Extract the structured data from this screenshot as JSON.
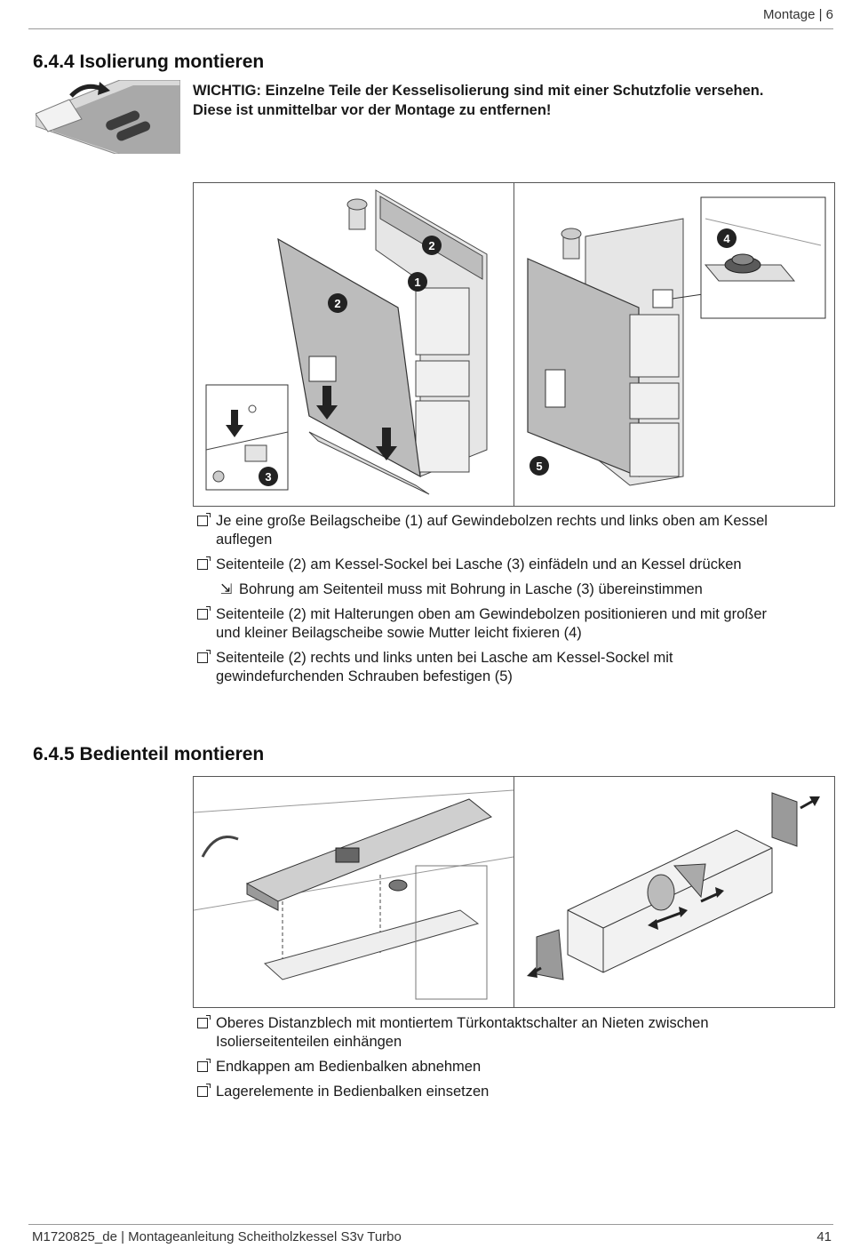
{
  "header": {
    "text": "Montage | 6"
  },
  "section1": {
    "title": "6.4.4 Isolierung montieren",
    "notice_line1": "WICHTIG: Einzelne Teile der Kesselisolierung sind mit einer Schutzfolie versehen.",
    "notice_line2": "Diese ist unmittelbar vor der Montage zu entfernen!",
    "callouts": [
      "1",
      "2",
      "2",
      "3",
      "4",
      "5"
    ],
    "steps": [
      {
        "text_line1": "Je eine große Beilagscheibe (1) auf Gewindebolzen rechts und links oben am Kessel",
        "text_line2": "auflegen"
      },
      {
        "text_line1": "Seitenteile (2) am Kessel-Sockel bei Lasche (3) einfädeln und an Kessel drücken"
      },
      {
        "result": "Bohrung am Seitenteil muss mit Bohrung in Lasche (3) übereinstimmen"
      },
      {
        "text_line1": "Seitenteile (2) mit Halterungen oben am Gewindebolzen positionieren und mit großer",
        "text_line2": "und kleiner Beilagscheibe sowie Mutter leicht fixieren (4)"
      },
      {
        "text_line1": "Seitenteile (2) rechts und links unten bei Lasche am Kessel-Sockel mit",
        "text_line2": "gewindefurchenden Schrauben befestigen (5)"
      }
    ]
  },
  "section2": {
    "title": "6.4.5 Bedienteil montieren",
    "steps": [
      {
        "text_line1": "Oberes Distanzblech mit montiertem Türkontaktschalter an Nieten zwischen",
        "text_line2": "Isolierseitenteilen einhängen"
      },
      {
        "text_line1": "Endkappen am Bedienbalken abnehmen"
      },
      {
        "text_line1": "Lagerelemente in Bedienbalken einsetzen"
      }
    ]
  },
  "footer": {
    "left": "M1720825_de | Montageanleitung Scheitholzkessel S3v Turbo",
    "page_number": "41"
  },
  "icons": {
    "result_arrow": "result-arrow-icon",
    "checkbox": "checkbox-icon",
    "warning_image": "protective-film-icon"
  }
}
